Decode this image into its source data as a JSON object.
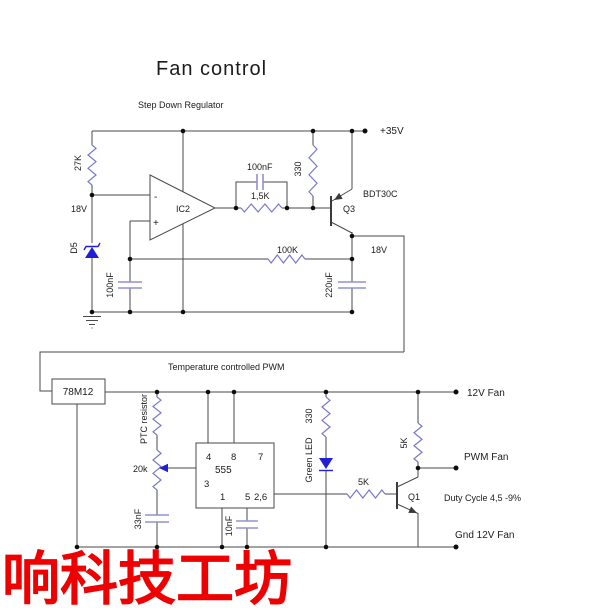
{
  "title": "Fan control",
  "watermark": "响科技工坊",
  "colors": {
    "wire": "#4a4a4a",
    "resistor": "#7878cc",
    "capacitor": "#9090d4",
    "diode": "#1f1fd6",
    "text": "#1c1c1c",
    "watermark_red": "#ee0000"
  },
  "regulator": {
    "section_label": "Step Down Regulator",
    "supply": "+35V",
    "r_top": "27K",
    "v_in": "18V",
    "zener_ref": "D5",
    "c_in": "100nF",
    "opamp_ref": "IC2",
    "minus": "-",
    "plus": "+",
    "c_fb": "100nF",
    "r_fb": "1,5K",
    "r_drive": "330",
    "q_part": "BDT30C",
    "q_ref": "Q3",
    "v_out": "18V",
    "r_sense": "100K",
    "c_out": "220uF"
  },
  "pwm": {
    "section_label": "Temperature controlled PWM",
    "vreg": "78M12",
    "ptc_label": "PTC resistor",
    "pot": "20k",
    "c_timing": "33nF",
    "timer": "555",
    "pins": {
      "p4": "4",
      "p8": "8",
      "p7": "7",
      "p3": "3",
      "p1": "1",
      "p5": "5",
      "p26": "2,6"
    },
    "c_ctrl": "10nF",
    "r_led": "330",
    "led_label": "Green LED",
    "r_pullup": "5K",
    "r_base": "5K",
    "q_ref": "Q1",
    "duty": "Duty Cycle 4,5 -9%",
    "out_12v": "12V Fan",
    "out_pwm": "PWM Fan",
    "out_gnd": "Gnd 12V Fan"
  }
}
